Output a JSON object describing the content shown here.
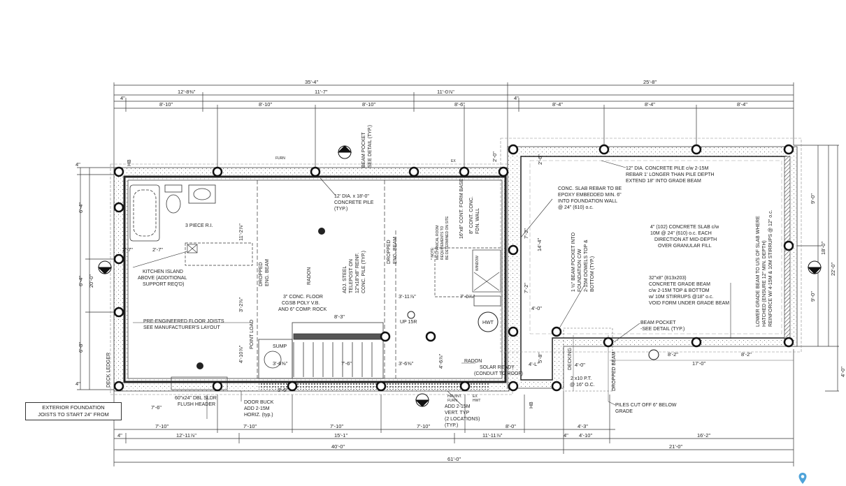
{
  "dims": {
    "top_overall": "35'-4\"",
    "top_right_overall": "25'-8\"",
    "top_a": "12'-8⅜\"",
    "top_b": "11'-7\"",
    "top_c": "11'-0⅞\"",
    "four": "4\"",
    "top_s1": "8'-10\"",
    "top_s2": "8'-10\"",
    "top_s3": "8'-10\"",
    "top_s4": "8'-6\"",
    "top_s5": "8'-4\"",
    "top_s6": "8'-4\"",
    "top_s7": "8'-4\"",
    "left_a": "6'-4\"",
    "left_b": "6'-4\"",
    "left_c": "6'-8\"",
    "left_total": "20'-0\"",
    "right_a": "9'-0\"",
    "right_b": "9'-0\"",
    "right_total1": "18'-0\"",
    "right_total2": "22'-0\"",
    "right_c": "4'-0\"",
    "bot_a": "7'-10\"",
    "bot_b": "7'-10\"",
    "bot_c": "7'-10\"",
    "bot_d": "7'-10\"",
    "bot_e": "8'-0\"",
    "bot_f": "4'-3\"",
    "bot_g": "12'-11⅞\"",
    "bot_h": "15'-1\"",
    "bot_i": "11'-11⅞\"",
    "bot_j": "4'-10\"",
    "bot_k": "16'-2\"",
    "bot_40": "40'-0\"",
    "bot_21": "21'-0\"",
    "bot_61": "61'-0\"",
    "d_2_7a": "2'-7\"",
    "d_2_7b": "2'-7\"",
    "d_11_2": "11'-2⅞\"",
    "d_3_2": "3'-2⅞\"",
    "d_4_10": "4'-10⅞\"",
    "d_8_3": "8'-3\"",
    "d_7_6": "7'-6\"",
    "d_3_6a": "3'-6⅝\"",
    "d_3_6b": "3'-6⅝\"",
    "d_3_11": "3'-11⅞\"",
    "d_7_0": "7'-0⅞\"",
    "d_4_0a": "4'-0\"",
    "d_4_0b": "4'-0\"",
    "d_4_6": "4'-6⅞\"",
    "d_5_8": "5'-8\"",
    "d_7_2a": "7'-2\"",
    "d_7_2b": "7'-2\"",
    "d_14_4": "14'-4\"",
    "d_2_0": "2'-0\"",
    "d_2_6": "2'-6\"",
    "d_8_2a": "8'-2\"",
    "d_8_2b": "8'-2\"",
    "d_17_0": "17'-0\"",
    "d_7_6b": "7'-6\"",
    "d_3_6c": "3'-6\"",
    "d_4_l": "4'-L\""
  },
  "notes": {
    "three_piece": "3 PIECE R.I.",
    "kitchen_island": [
      "KITCHEN ISLAND",
      "ABOVE (ADDITIONAL",
      "SUPPORT REQ'D)"
    ],
    "floor_joists": [
      "PRE-ENGINEERED FLOOR JOISTS",
      "SEE MANUFACTURER'S LAYOUT"
    ],
    "dropped_beam_1": [
      "DROPPED",
      "ENG. BEAM"
    ],
    "dropped_beam_2": [
      "DROPPED",
      "ENG. BEAM"
    ],
    "radon_1": "RADON",
    "radon_2": "RADON",
    "point_load": "POINT LOAD",
    "adj_steel": [
      "ADJ. STEEL",
      "TELEPOST ON",
      "12\"x18\"x8\" REINF.",
      "CONC. PILE (TYP.)"
    ],
    "conc_floor": [
      "3\" CONC. FLOOR",
      "CGSB POLY V.B.",
      "AND 6\" COMP. ROCK"
    ],
    "pile_12": [
      "12' DIA. x 18'-0\"",
      "CONCRETE PILE",
      "(TYP.)"
    ],
    "beam_pocket_top": [
      "BEAM POCKET",
      "SEE DETAIL (TYP.)"
    ],
    "cont_footing": [
      "16\"x8\" CONT. FORM BASE",
      "8\" CONT. CONC.",
      "FDN. WALL"
    ],
    "mech_note": [
      "* NOTE:",
      "MECHANICAL ROOM",
      "REQUIREMENTS TO",
      "BE DETERMINED ON SITE"
    ],
    "hwt": "HWT",
    "window": "WINDOW",
    "up_15r": "UP 15R",
    "sump": "SUMP",
    "furn": "FURN",
    "ex": "EX",
    "solar_ready": [
      "SOLAR READY",
      "(CONDUIT TO ROOF)"
    ],
    "door_buck": [
      "DOOR BUCK",
      "ADD 2-15M",
      "HORIZ. (typ.)"
    ],
    "header": [
      "60\"x24\" DBL SLDR",
      "FLUSH HEADER"
    ],
    "hrv": [
      "HRV/INT.",
      "FURN.",
      "EX",
      "HWT"
    ],
    "add_vert": [
      "ADD 2-15M",
      "VERT. TYP",
      "(2 LOCATIONS)",
      "(TYP.)"
    ],
    "deck_ledger": "DECK LEDGER",
    "decking": "DECKING",
    "dropped_beam_3": "DROPPED BEAM",
    "joists_2x10": [
      "2 x10 P.T.",
      "@ 16\" O.C."
    ],
    "piles_cut": [
      "PILES CUT OFF 6\" BELOW",
      "GRADE"
    ],
    "beam_pocket_right": [
      "BEAM POCKET",
      "-SEE DETAIL (TYP.)"
    ],
    "pile_right": [
      "12\" DIA. CONCRETE PILE c/w 2-15M",
      "REBAR 1' LONGER THAN PILE DEPTH",
      "EXTEND 18\" INTO GRADE BEAM"
    ],
    "slab_rebar": [
      "CONC. SLAB REBAR TO BE",
      "EPOXY EMBEDDED MIN. 6\"",
      "INTO FOUNDATION WALL",
      "@ 24\" (610) o.c."
    ],
    "slab_4": [
      "4\" (102) CONCRETE SLAB c/w",
      "10M @ 24\" (610) o.c. EACH",
      "DIRECTION AT MID-DEPTH",
      "OVER GRANULAR FILL"
    ],
    "grade_beam": [
      "32\"x8\" (813x203)",
      "CONCRETE GRADE BEAM",
      "c/w 2-15M TOP & BOTTOM",
      "w/ 10M STIRRUPS @18\" o.c.",
      "VOID FORM UNDER GRADE BEAM"
    ],
    "beam_pocket_foundation": [
      "1 ½\" BEAM POCKET INTO",
      "FOUNDATION C/W",
      "2-15M DOWELS TOP &",
      "BOTTOM (TYP.)"
    ],
    "lower_grade_beam": [
      "LOWER GRADE BEAM TO U/S OF SLAB WHERE",
      "HATCHED (ENSURE 12\" MIN. DEPTH)",
      "REINFORCE W/ 4-15M & 10M STIRRUPS @ 12\" o.c."
    ],
    "hb": "HB",
    "exterior_foundation": [
      "EXTERIOR FOUNDATION",
      "JOISTS TO START 24\" FROM"
    ]
  },
  "icons": {
    "location": "location-pin-icon"
  }
}
